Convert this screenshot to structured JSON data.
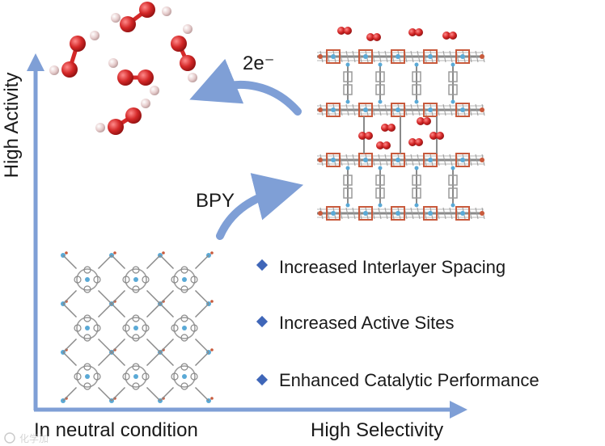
{
  "axes": {
    "y_label": "High Activity",
    "x_label": "High Selectivity",
    "origin_label": "In neutral condition",
    "color": "#7f9fd6"
  },
  "arrows": {
    "upper_label": "2e⁻",
    "lower_label": "BPY",
    "color": "#7f9fd6"
  },
  "bullets": [
    {
      "text": "Increased Interlayer Spacing"
    },
    {
      "text": "Increased Active Sites"
    },
    {
      "text": "Enhanced Catalytic Performance"
    }
  ],
  "colors": {
    "oxygen": "#d42828",
    "hydrogen": "#e8cfcf",
    "bullet": "#3f66b8",
    "framework_carbon": "#8a8a8a",
    "framework_metal": "#5aa9d6",
    "framework_oxygen": "#c85a3c"
  },
  "watermark": {
    "text": "化学加"
  }
}
